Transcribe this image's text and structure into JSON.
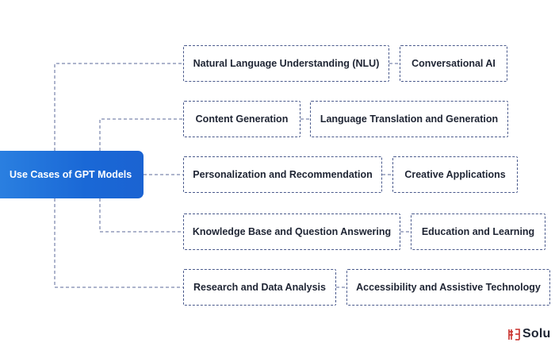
{
  "diagram": {
    "root": {
      "label": "Use Cases of GPT Models"
    },
    "rows": [
      {
        "items": [
          "Natural Language Understanding (NLU)",
          "Conversational AI"
        ]
      },
      {
        "items": [
          "Content Generation",
          "Language Translation and Generation"
        ]
      },
      {
        "items": [
          "Personalization and Recommendation",
          "Creative Applications"
        ]
      },
      {
        "items": [
          "Knowledge Base and Question Answering",
          "Education and Learning"
        ]
      },
      {
        "items": [
          "Research and Data Analysis",
          "Accessibility and Assistive Technology"
        ]
      }
    ]
  },
  "brand": {
    "text": "Solu"
  },
  "colors": {
    "root_gradient_start": "#2a7fe0",
    "root_gradient_end": "#1b63d2",
    "connector": "#5b6a99",
    "node_border": "#4a5a8c",
    "node_text": "#1e2433",
    "brand_mark": "#c9302c"
  }
}
